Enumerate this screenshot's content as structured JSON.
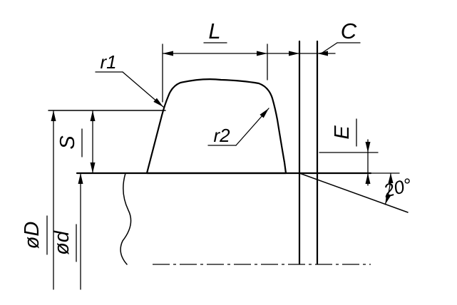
{
  "drawing": {
    "dimension_labels": {
      "length": "L",
      "chamfer": "C",
      "radius_1": "r1",
      "radius_2": "r2",
      "section_height": "S",
      "edge_distance": "E",
      "outer_diameter": "øD",
      "inner_diameter": "ød",
      "lead_in_angle": "20°"
    },
    "colors": {
      "line": "#000000",
      "background": "#ffffff"
    }
  }
}
